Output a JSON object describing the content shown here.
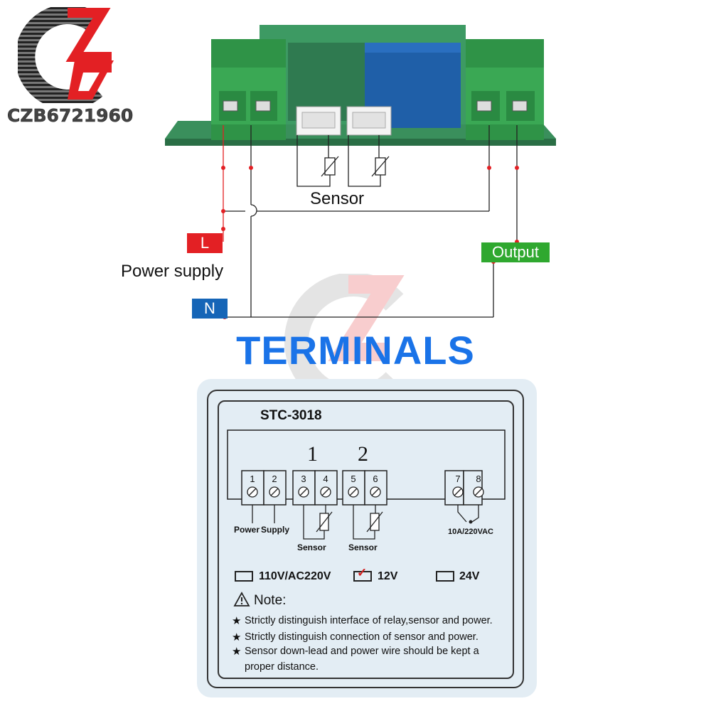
{
  "brand": {
    "name": "CZB6721960",
    "colors": {
      "red": "#e32024",
      "dark": "#333333",
      "light": "#bdbdbd"
    }
  },
  "wiring": {
    "sensor_label": "Sensor",
    "power_supply_label": "Power supply",
    "line_label": "L",
    "neutral_label": "N",
    "output_label": "Output",
    "colors": {
      "line": "#e32024",
      "neutral": "#1565b7",
      "output": "#2fa82f",
      "terminal_block": "#39a852",
      "pcb": "#2e8b57",
      "relay": "#1f5fa8"
    }
  },
  "title": "TERMINALS",
  "panel": {
    "model": "STC-3018",
    "group_labels": [
      "1",
      "2"
    ],
    "terminal_numbers": [
      "1",
      "2",
      "3",
      "4",
      "5",
      "6",
      "7",
      "8"
    ],
    "power_label_1": "Power",
    "power_label_2": "Supply",
    "sensor_label_1": "Sensor",
    "sensor_label_2": "Sensor",
    "relay_rating": "10A/220VAC",
    "voltage_options": [
      {
        "label": "110V/AC220V",
        "checked": false
      },
      {
        "label": "12V",
        "checked": true
      },
      {
        "label": "24V",
        "checked": false
      }
    ],
    "check_symbol": "✓",
    "note_title": "Note:",
    "notes": [
      "Strictly distinguish interface of relay,sensor and power.",
      "Strictly distinguish connection of sensor and power.",
      "Sensor down-lead and power wire should be kept a",
      "proper distance."
    ],
    "star_symbol": "★"
  }
}
